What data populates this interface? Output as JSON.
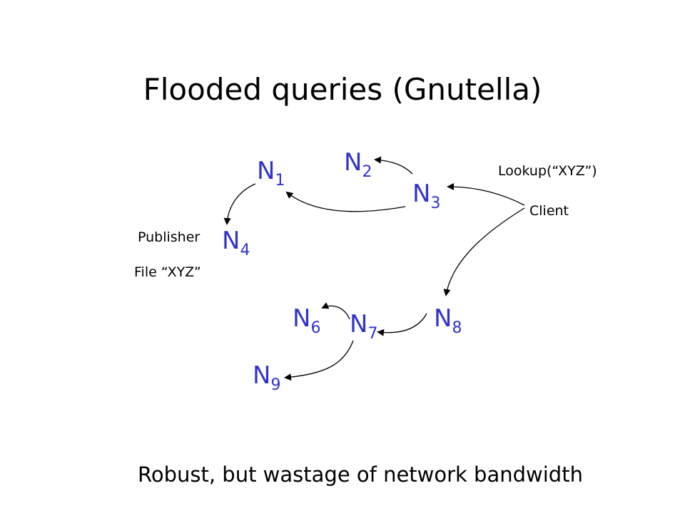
{
  "title": "Flooded queries (Gnutella)",
  "colors": {
    "node": "#3333cc",
    "text": "#000000",
    "background": "#ffffff"
  },
  "nodes": {
    "n1": {
      "letter": "N",
      "index": "1"
    },
    "n2": {
      "letter": "N",
      "index": "2"
    },
    "n3": {
      "letter": "N",
      "index": "3"
    },
    "n4": {
      "letter": "N",
      "index": "4"
    },
    "n6": {
      "letter": "N",
      "index": "6"
    },
    "n7": {
      "letter": "N",
      "index": "7"
    },
    "n8": {
      "letter": "N",
      "index": "8"
    },
    "n9": {
      "letter": "N",
      "index": "9"
    }
  },
  "labels": {
    "lookup": "Lookup(“XYZ”)",
    "client": "Client",
    "publisher": "Publisher",
    "file": "File “XYZ”"
  },
  "footer": "Robust, but wastage of network bandwidth"
}
